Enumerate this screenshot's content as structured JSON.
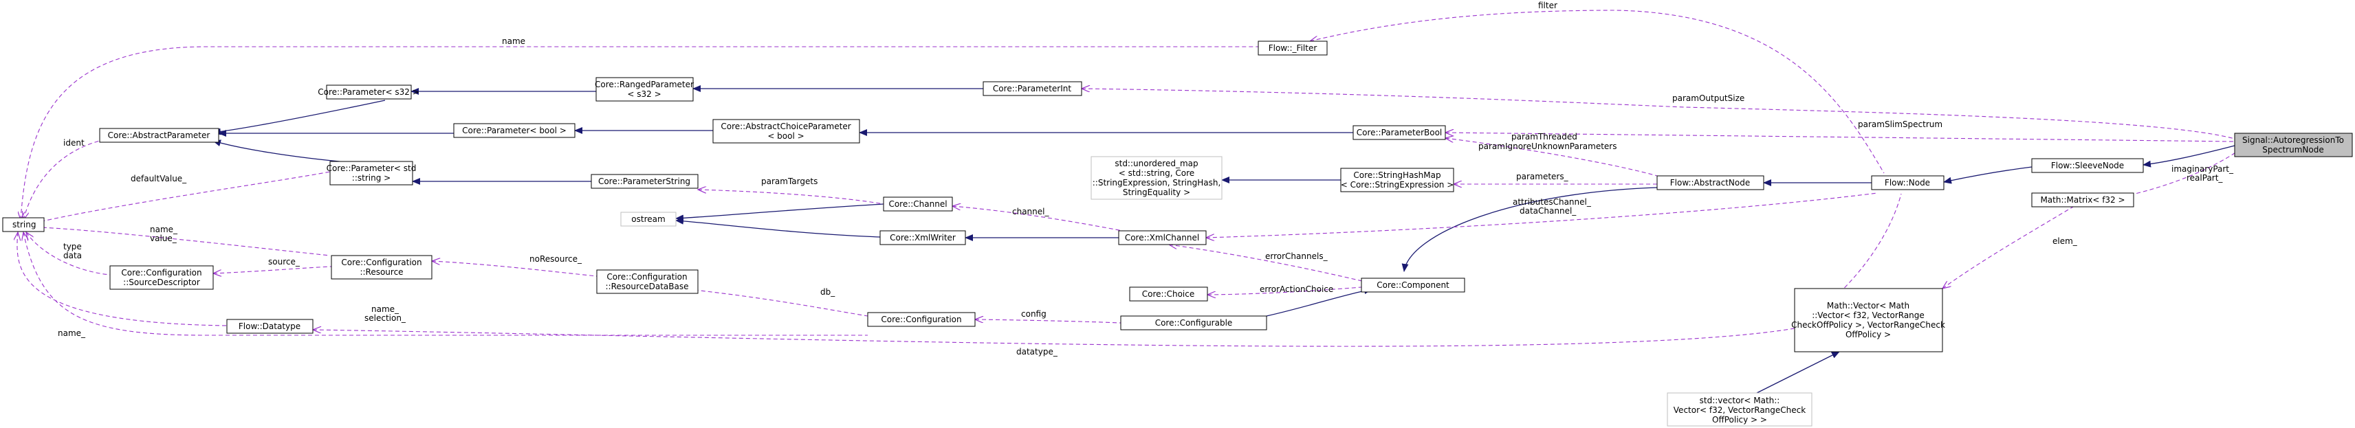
{
  "diagram": {
    "focus_class": "Signal::AutoregressionToSpectrumNode",
    "nodes": [
      {
        "id": "string",
        "lines": [
          "string"
        ]
      },
      {
        "id": "core-abstractparameter",
        "lines": [
          "Core::AbstractParameter"
        ]
      },
      {
        "id": "core-parameter-s32",
        "lines": [
          "Core::Parameter< s32 >"
        ]
      },
      {
        "id": "core-rangedparameter-s32",
        "lines": [
          "Core::RangedParameter",
          "< s32 >"
        ]
      },
      {
        "id": "core-parameterint",
        "lines": [
          "Core::ParameterInt"
        ]
      },
      {
        "id": "flow-filter",
        "lines": [
          "Flow::_Filter"
        ]
      },
      {
        "id": "core-parameter-bool",
        "lines": [
          "Core::Parameter< bool >"
        ]
      },
      {
        "id": "core-abstractchoiceparameter",
        "lines": [
          "Core::AbstractChoiceParameter",
          "< bool >"
        ]
      },
      {
        "id": "core-parameterbool",
        "lines": [
          "Core::ParameterBool"
        ]
      },
      {
        "id": "core-parameter-string",
        "lines": [
          "Core::Parameter< std",
          "::string >"
        ]
      },
      {
        "id": "core-parameterstring",
        "lines": [
          "Core::ParameterString"
        ]
      },
      {
        "id": "std-unordered-map",
        "lines": [
          "std::unordered_map",
          "< std::string, Core",
          "::StringExpression, StringHash,",
          "StringEquality >"
        ]
      },
      {
        "id": "core-stringhashmap",
        "lines": [
          "Core::StringHashMap",
          "< Core::StringExpression >"
        ]
      },
      {
        "id": "flow-abstractnode",
        "lines": [
          "Flow::AbstractNode"
        ]
      },
      {
        "id": "flow-node",
        "lines": [
          "Flow::Node"
        ]
      },
      {
        "id": "flow-sleevenode",
        "lines": [
          "Flow::SleeveNode"
        ]
      },
      {
        "id": "signal-autoregression",
        "lines": [
          "Signal::AutoregressionTo",
          "SpectrumNode"
        ]
      },
      {
        "id": "math-matrix-f32",
        "lines": [
          "Math::Matrix< f32 >"
        ]
      },
      {
        "id": "ostream",
        "lines": [
          "ostream"
        ]
      },
      {
        "id": "core-channel",
        "lines": [
          "Core::Channel"
        ]
      },
      {
        "id": "core-xmlwriter",
        "lines": [
          "Core::XmlWriter"
        ]
      },
      {
        "id": "core-xmlchannel",
        "lines": [
          "Core::XmlChannel"
        ]
      },
      {
        "id": "core-configuration-resource",
        "lines": [
          "Core::Configuration",
          "::Resource"
        ]
      },
      {
        "id": "core-configuration-sourcedescriptor",
        "lines": [
          "Core::Configuration",
          "::SourceDescriptor"
        ]
      },
      {
        "id": "core-configuration-resourcedatabase",
        "lines": [
          "Core::Configuration",
          "::ResourceDataBase"
        ]
      },
      {
        "id": "core-choice",
        "lines": [
          "Core::Choice"
        ]
      },
      {
        "id": "core-component",
        "lines": [
          "Core::Component"
        ]
      },
      {
        "id": "core-configuration",
        "lines": [
          "Core::Configuration"
        ]
      },
      {
        "id": "core-configurable",
        "lines": [
          "Core::Configurable"
        ]
      },
      {
        "id": "flow-datatype",
        "lines": [
          "Flow::Datatype"
        ]
      },
      {
        "id": "math-vector",
        "lines": [
          "Math::Vector< Math",
          "::Vector< f32, VectorRange",
          "CheckOffPolicy >, VectorRangeCheck",
          "OffPolicy >"
        ]
      },
      {
        "id": "std-vector",
        "lines": [
          "std::vector< Math::",
          "Vector< f32, VectorRangeCheck",
          "OffPolicy > >"
        ]
      }
    ],
    "edge_labels": [
      {
        "id": "name",
        "lines": [
          "name"
        ]
      },
      {
        "id": "filter",
        "lines": [
          "filter"
        ]
      },
      {
        "id": "paramOutputSize",
        "lines": [
          "paramOutputSize"
        ]
      },
      {
        "id": "paramSlimSpectrum",
        "lines": [
          "paramSlimSpectrum"
        ]
      },
      {
        "id": "ident",
        "lines": [
          "ident"
        ]
      },
      {
        "id": "defaultValue",
        "lines": [
          "defaultValue_"
        ]
      },
      {
        "id": "paramTargets",
        "lines": [
          "paramTargets"
        ]
      },
      {
        "id": "paramThreaded",
        "lines": [
          "paramThreaded",
          "paramIgnoreUnknownParameters"
        ]
      },
      {
        "id": "parameters",
        "lines": [
          "parameters_"
        ]
      },
      {
        "id": "channel",
        "lines": [
          "channel_"
        ]
      },
      {
        "id": "attributesChannel",
        "lines": [
          "attributesChannel_",
          "dataChannel_"
        ]
      },
      {
        "id": "imaginaryPart",
        "lines": [
          "imaginaryPart_",
          "realPart_"
        ]
      },
      {
        "id": "elem",
        "lines": [
          "elem_"
        ]
      },
      {
        "id": "name-value",
        "lines": [
          "name_",
          "value_"
        ]
      },
      {
        "id": "source",
        "lines": [
          "source_"
        ]
      },
      {
        "id": "type-data",
        "lines": [
          "type",
          "data"
        ]
      },
      {
        "id": "noResource",
        "lines": [
          "noResource_"
        ]
      },
      {
        "id": "db",
        "lines": [
          "db_"
        ]
      },
      {
        "id": "errorChannels",
        "lines": [
          "errorChannels_"
        ]
      },
      {
        "id": "errorActionChoice",
        "lines": [
          "errorActionChoice"
        ]
      },
      {
        "id": "name-selection",
        "lines": [
          "name_",
          "selection_"
        ]
      },
      {
        "id": "config",
        "lines": [
          "config"
        ]
      },
      {
        "id": "name2",
        "lines": [
          "name_"
        ]
      },
      {
        "id": "datatype",
        "lines": [
          "datatype_"
        ]
      }
    ],
    "colors": {
      "inheritance_edge": "#191970",
      "usage_edge": "#9a32cd",
      "node_border": "#000000",
      "external_node_border": "#bfbfbf",
      "focus_fill": "#bfbfbf"
    }
  }
}
